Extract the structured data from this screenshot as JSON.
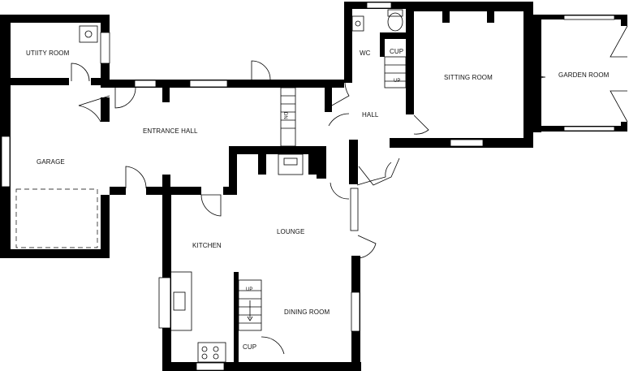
{
  "rooms": {
    "utility": "UTIITY ROOM",
    "garage": "GARAGE",
    "entrance_hall": "ENTRANCE HALL",
    "kitchen": "KITCHEN",
    "lounge": "LOUNGE",
    "dining_room": "DINING ROOM",
    "hall": "HALL",
    "wc": "WC",
    "sitting_room": "SITTING ROOM",
    "garden_room": "GARDEN ROOM",
    "cup_upper": "CUP",
    "cup_lower": "CUP"
  },
  "stairs": {
    "hall_up": "UP",
    "entrance_down": "DN",
    "kitchen_up": "UP"
  }
}
